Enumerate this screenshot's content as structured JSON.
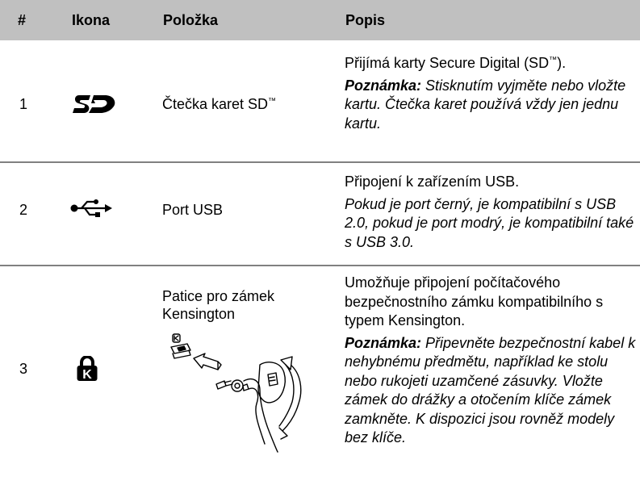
{
  "header": {
    "num": "#",
    "icon": "Ikona",
    "item": "Položka",
    "desc": "Popis"
  },
  "rows": [
    {
      "num": "1",
      "icon": "sd-card-logo-icon",
      "item": "Čtečka karet SD",
      "item_sup": "™",
      "desc_main": "Přijímá karty Secure Digital (SD",
      "desc_main_sup": "™",
      "desc_main_end": ").",
      "note_label": "Poznámka:",
      "note_text": " Stisknutím vyjměte nebo vložte kartu. Čtečka karet používá vždy jen jednu kartu."
    },
    {
      "num": "2",
      "icon": "usb-icon",
      "item": "Port USB",
      "desc_main": "Připojení k zařízením USB.",
      "note_text": "Pokud je port černý, je kompatibilní s USB 2.0, pokud je port modrý, je kompatibilní také s USB 3.0."
    },
    {
      "num": "3",
      "icon": "kensington-lock-icon",
      "item": "Patice pro zámek Kensington",
      "illustration": "kensington-lock-illustration",
      "desc_main": "Umožňuje připojení počítačového bezpečnostního zámku kompatibilního s typem Kensington.",
      "note_label": "Poznámka:",
      "note_text": " Připevněte bezpečnostní kabel k nehybnému předmětu, například ke stolu nebo rukojeti uzamčené zásuvky. Vložte zámek do drážky a otočením klíče zámek zamkněte. K dispozici jsou rovněž modely bez klíče."
    }
  ],
  "colors": {
    "header_bg": "#c0c0c0",
    "divider": "#808080",
    "text": "#000000"
  }
}
